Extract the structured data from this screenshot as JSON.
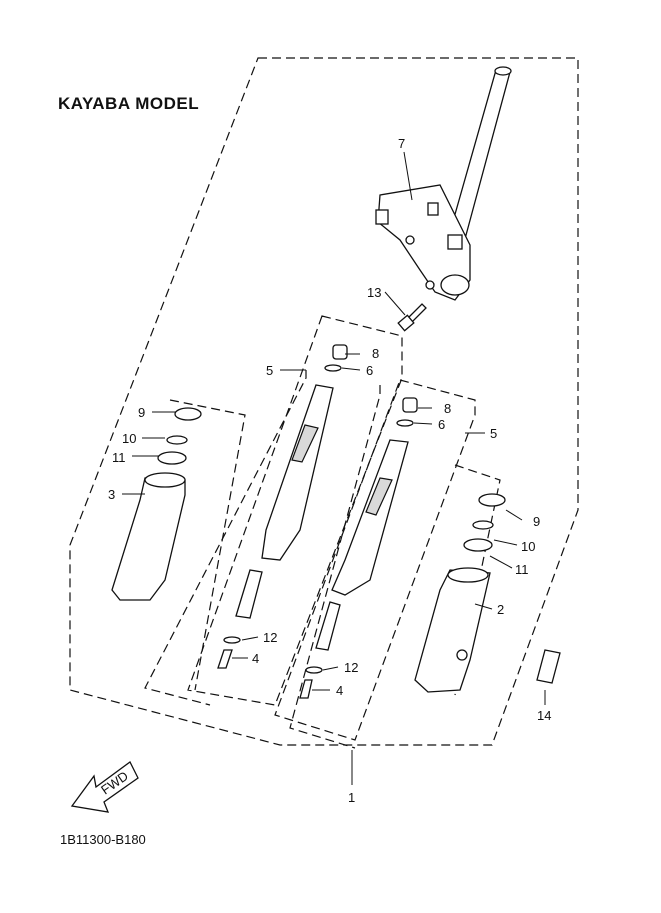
{
  "title": "KAYABA MODEL",
  "diagram_code": "1B11300-B180",
  "fwd_label": "FWD",
  "callouts": {
    "c1": "1",
    "c2": "2",
    "c3": "3",
    "c4a": "4",
    "c4b": "4",
    "c5a": "5",
    "c5b": "5",
    "c6a": "6",
    "c6b": "6",
    "c7": "7",
    "c8a": "8",
    "c8b": "8",
    "c9a": "9",
    "c9b": "9",
    "c10a": "10",
    "c10b": "10",
    "c11a": "11",
    "c11b": "11",
    "c12a": "12",
    "c12b": "12",
    "c13": "13",
    "c14": "14"
  }
}
